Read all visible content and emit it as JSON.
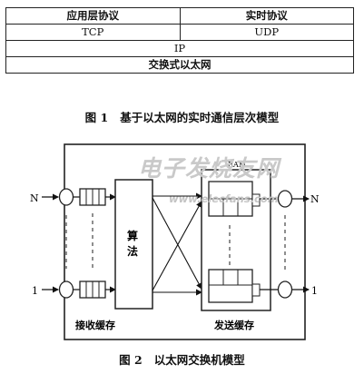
{
  "table": {
    "row1": [
      "应用层协议",
      "实时协议"
    ],
    "row2": [
      "TCP",
      "UDP"
    ],
    "row3": "IP",
    "row4": "交换式以太网"
  },
  "caption1": {
    "num": "图 1",
    "text": "基于以太网的实时通信层次模型"
  },
  "figure2": {
    "label_n": "N",
    "label_1": "1",
    "algorithm_top": "算",
    "algorithm_bottom": "法",
    "ram": "RAM",
    "receive_buffer": "接收缓存",
    "send_buffer": "发送缓存",
    "watermark_main": "电子发烧友网",
    "watermark_url": "www.elecfans.com"
  },
  "caption2": {
    "num": "图 2",
    "text": "以太网交换机模型"
  }
}
